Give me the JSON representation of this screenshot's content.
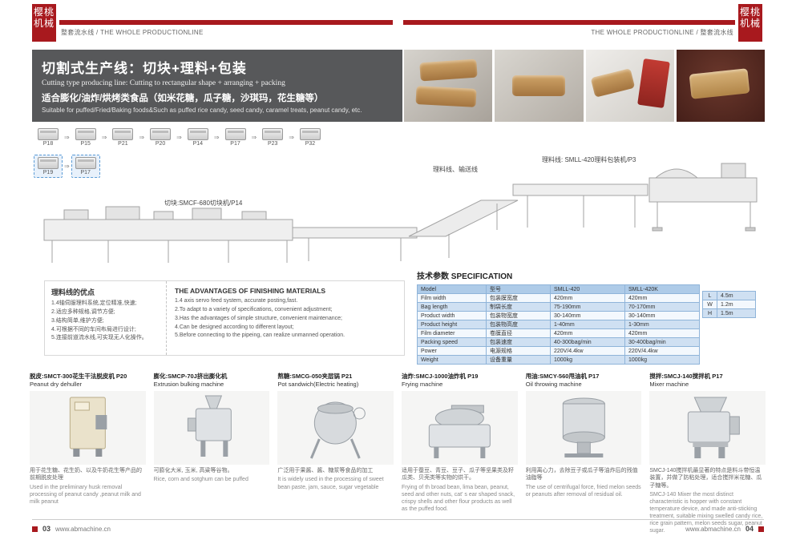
{
  "colors": {
    "red": "#a8191e",
    "banner_bg": "#57585a",
    "table_border": "#8fb4d9"
  },
  "header": {
    "stamp_text": "樱桃机械",
    "left_tagline": "整套流水线 / THE WHOLE PRODUCTIONLINE",
    "right_tagline": "THE WHOLE PRODUCTIONLINE / 整套流水线"
  },
  "banner": {
    "title_cn": "切割式生产线：切块+理料+包装",
    "title_en": "Cutting type producing line:  Cutting to rectangular shape + arranging + packing",
    "subtitle_cn": "适合膨化/油炸/烘烤类食品（如米花糖，瓜子糖，沙琪玛，花生糖等）",
    "subtitle_en": "Suitable for puffed/Fried/Baking foods&Such as puffed rice candy, seed candy, caramel treats, peanut candy, etc."
  },
  "flow": {
    "arrow": "⇒",
    "row1": [
      "P18",
      "P15",
      "P21",
      "P20",
      "P14",
      "P17",
      "P23",
      "P32"
    ],
    "row2": [
      "P19",
      "P17"
    ]
  },
  "diagram": {
    "label_cutting": "切块:SMCF-680切块机/P14",
    "label_conveyor": "理料线、输送线",
    "label_packing": "理料线: SMLL-420理料包装机/P3"
  },
  "advantages": {
    "title_cn": "理料线的优点",
    "items_cn": [
      "1.4轴伺服理料系统,定位精准,快速;",
      "2.适应多种规格,调节方便;",
      "3.结构简单,维护方便;",
      "4.可根据不同的车间布局进行设计;",
      "5.连接前道流水线,可实现无人化操作。"
    ],
    "title_en": "THE ADVANTAGES OF FINISHING MATERIALS",
    "items_en": [
      "1.4 axis servo feed system, accurate posting,fast.",
      "2.To adapt to a variety of specifications, convenient adjustment;",
      "3.Has the advantages of simple structure, convenient maintenance;",
      "4.Can be designed according to different layout;",
      "5.Before connecting to the pipeing, can realize unmanned operation."
    ]
  },
  "spec": {
    "title": "技术参数 SPECIFICATION",
    "rows": [
      {
        "en": "Model",
        "cn": "型号",
        "v1": "SMLL-420",
        "v2": "SMLL-420K"
      },
      {
        "en": "Film width",
        "cn": "包装膜宽度",
        "v1": "420mm",
        "v2": "420mm"
      },
      {
        "en": "Bag length",
        "cn": "制袋长度",
        "v1": "75-190mm",
        "v2": "70-170mm"
      },
      {
        "en": "Product width",
        "cn": "包装物宽度",
        "v1": "30-140mm",
        "v2": "30-140mm"
      },
      {
        "en": "Product height",
        "cn": "包装物高度",
        "v1": "1-40mm",
        "v2": "1-30mm"
      },
      {
        "en": "Film diameter",
        "cn": "卷膜直径",
        "v1": "420mm",
        "v2": "420mm"
      },
      {
        "en": "Packing speed",
        "cn": "包装速度",
        "v1": "40-300bag/min",
        "v2": "30-400bag/min"
      },
      {
        "en": "Power",
        "cn": "电源规格",
        "v1": "220V/4.4kw",
        "v2": "220V/4.4kw"
      },
      {
        "en": "Weight",
        "cn": "设备重量",
        "v1": "1000kg",
        "v2": "1000kg"
      }
    ],
    "dims": [
      {
        "k": "L",
        "v": "4.5m"
      },
      {
        "k": "W",
        "v": "1.2m"
      },
      {
        "k": "H",
        "v": "1.5m"
      }
    ]
  },
  "products": [
    {
      "title_cn": "脱皮:SMCT-300花生干法脱皮机 P20",
      "title_en": "Peanut dry dehuller",
      "desc_cn": "用于花生糖、花生奶、以及牛奶花生等产品的前期脱皮处理",
      "desc_en": "Used in the preliminary husk removal processing of peanut candy ,peanut milk and milk peanut"
    },
    {
      "title_cn": "膨化:SMCP-70J挤出膨化机",
      "title_en": "Extrusion bulking machine",
      "desc_cn": "可膨化大米, 玉米, 高粱等谷物。",
      "desc_en": "Rice, corn and sotghum can be puffed"
    },
    {
      "title_cn": "熬糖:SMCG-050夹层锅 P21",
      "title_en": "Pot sandwich(Electric heating)",
      "desc_cn": "广泛用于果酱、酱、糖浆等食品的加工",
      "desc_en": "It is widely used in the processing of sweet bean paste, jam, sauce, sugar vegetable"
    },
    {
      "title_cn": "油炸:SMCJ-1000油炸机 P19",
      "title_en": "Frying machine",
      "desc_cn": "适用于蚕豆、青豆、豆子、瓜子等坚果类及籽瓜类、贝壳类等实物的烘干。",
      "desc_en": "Frying of th broad bean, lima bean, peanut, seed and other nuts, cat' s ear shaped snack, crispy shells and other flour products as well as the puffed food."
    },
    {
      "title_cn": "甩油:SMCY-560甩油机 P17",
      "title_en": "Oil throwing machine",
      "desc_cn": "利用离心力，去除豆子或瓜子等油炸后的残值油脂等",
      "desc_en": "The use of centrifugal force, fried melon seeds or peanuts after removal of residual oil."
    },
    {
      "title_cn": "搅拌:SMCJ-140搅拌机 P17",
      "title_en": "Mixer machine",
      "desc_cn": "SMCJ-140搅拌机最显著的特点是料斗带恒温装置，并做了防粘处理，适合搅拌米花糖、瓜子糖等。",
      "desc_en": "SMCJ-140 Mixer the most distinct characteristic is hopper with constant temperature device, and made anti-sticking treatment, suitable mixing swelled candy rice, rice grain pattern, melon seeds sugar, peanut sugar."
    }
  ],
  "footer": {
    "left_page": "03",
    "right_page": "04",
    "site": "www.abmachine.cn"
  }
}
